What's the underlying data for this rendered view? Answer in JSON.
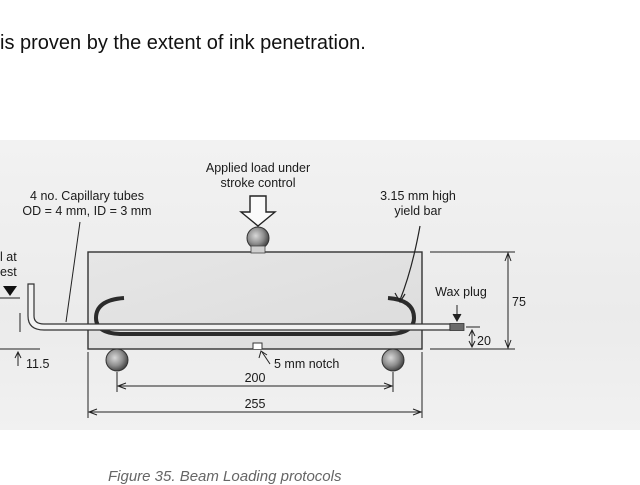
{
  "body_text": "is proven by the extent of ink penetration.",
  "caption": "Figure 35. Beam Loading protocols",
  "diagram": {
    "applied_load_line1": "Applied load under",
    "applied_load_line2": "stroke control",
    "capillary_line1": "4 no. Capillary tubes",
    "capillary_line2": "OD = 4 mm, ID = 3 mm",
    "yield_bar_line1": "3.15 mm high",
    "yield_bar_line2": "yield bar",
    "level_line1": "l at",
    "level_line2": "est",
    "wax_plug": "Wax plug",
    "dim_75": "75",
    "dim_20": "20",
    "dim_11_5": "11.5",
    "notch": "5 mm notch",
    "dim_200": "200",
    "dim_255": "255"
  }
}
